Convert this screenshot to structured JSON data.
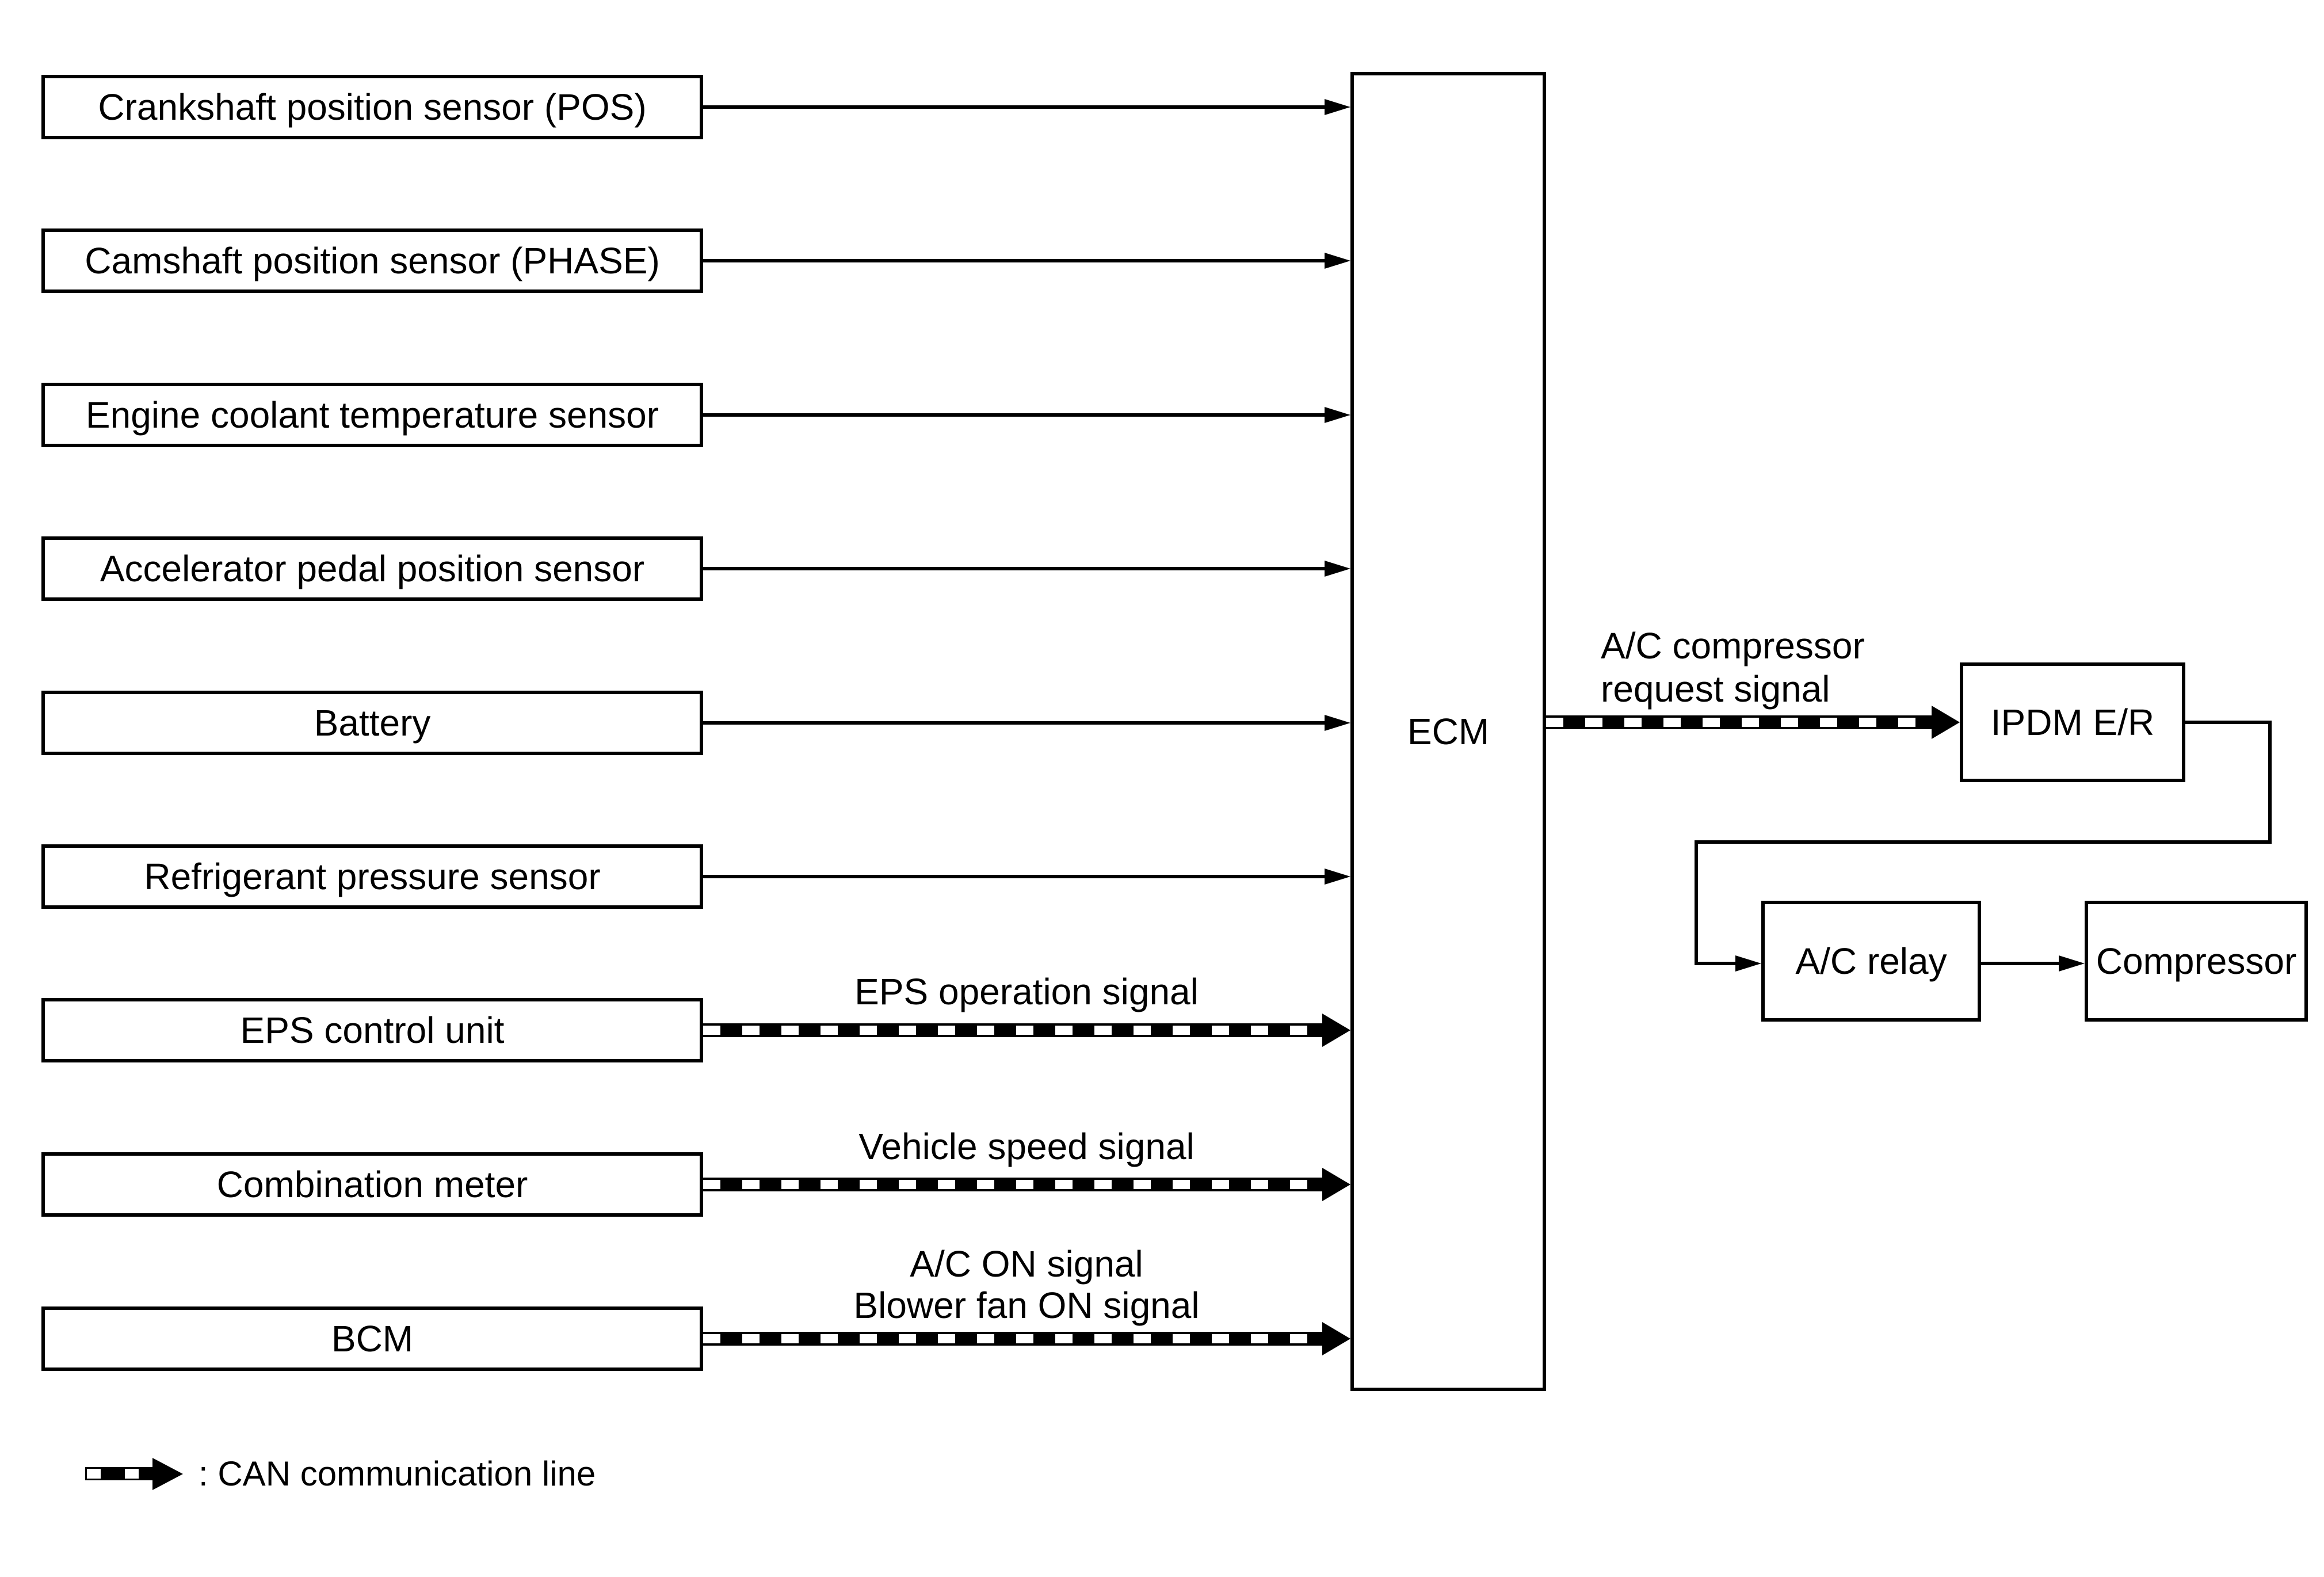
{
  "colors": {
    "ink": "#000000",
    "paper": "#ffffff"
  },
  "inputs": [
    {
      "label": "Crankshaft position sensor (POS)",
      "connection": "direct"
    },
    {
      "label": "Camshaft position sensor (PHASE)",
      "connection": "direct"
    },
    {
      "label": "Engine coolant temperature sensor",
      "connection": "direct"
    },
    {
      "label": "Accelerator pedal position sensor",
      "connection": "direct"
    },
    {
      "label": "Battery",
      "connection": "direct"
    },
    {
      "label": "Refrigerant pressure sensor",
      "connection": "direct"
    },
    {
      "label": "EPS control unit",
      "connection": "can",
      "signal": "EPS operation signal"
    },
    {
      "label": "Combination meter",
      "connection": "can",
      "signal": "Vehicle speed signal"
    },
    {
      "label": "BCM",
      "connection": "can",
      "signals": [
        "A/C ON signal",
        "Blower fan ON signal"
      ]
    }
  ],
  "ecm": {
    "label": "ECM"
  },
  "request_signal": {
    "line1": "A/C compressor",
    "line2": "request signal"
  },
  "ipdm": {
    "label": "IPDM E/R"
  },
  "relay": {
    "label": "A/C relay"
  },
  "compressor": {
    "label": "Compressor"
  },
  "legend": {
    "label": ": CAN communication line"
  }
}
